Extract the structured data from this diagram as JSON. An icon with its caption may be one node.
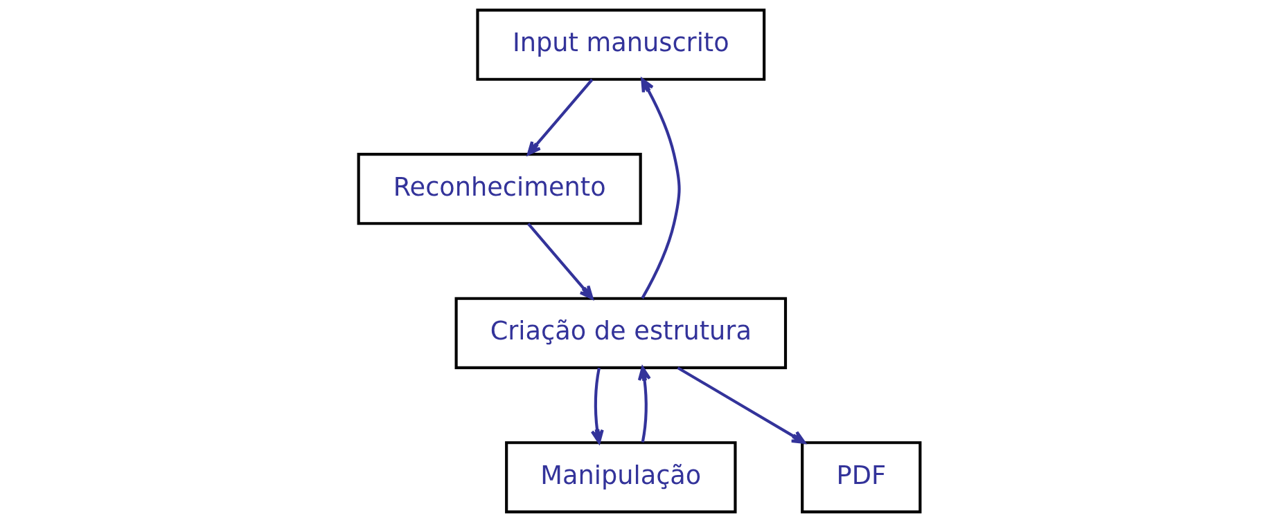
{
  "diagram": {
    "nodes": [
      {
        "text": [
          "Input manuscrito"
        ]
      },
      {
        "text": [
          "Reconhecimento"
        ]
      },
      {
        "text": [
          "Criação de estrutura"
        ]
      },
      {
        "text": [
          "Manipulação"
        ]
      },
      {
        "text": [
          "PDF"
        ]
      }
    ],
    "edges": [
      {
        "from": 0,
        "to": 1,
        "arrow": "to"
      },
      {
        "from": 1,
        "to": 2,
        "arrow": "to"
      },
      {
        "from": 2,
        "to": 0,
        "arrow": "to"
      },
      {
        "from": 2,
        "to": 3,
        "arrow": "to"
      },
      {
        "from": 3,
        "to": 2,
        "arrow": "to"
      },
      {
        "from": 2,
        "to": 4,
        "arrow": "to"
      }
    ]
  }
}
